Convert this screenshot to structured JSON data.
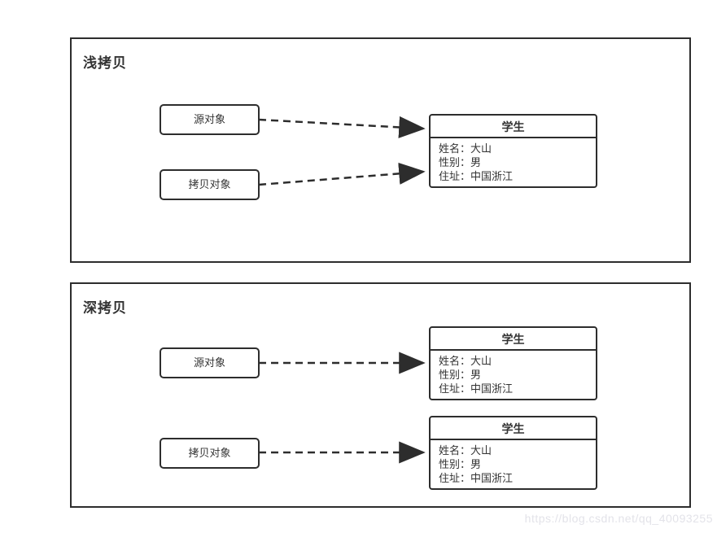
{
  "colors": {
    "line": "#2d2d2d",
    "text": "#333333",
    "watermark": "#e3e3e9"
  },
  "watermark": "https://blog.csdn.net/qq_40093255",
  "shallow_section": {
    "title": "浅拷贝",
    "source_box": "源对象",
    "copy_box": "拷贝对象",
    "student_box": {
      "title": "学生",
      "fields": [
        "姓名：大山",
        "性别：男",
        "住址：中国浙江"
      ]
    }
  },
  "deep_section": {
    "title": "深拷贝",
    "source_box": "源对象",
    "copy_box": "拷贝对象",
    "student_box_source": {
      "title": "学生",
      "fields": [
        "姓名：大山",
        "性别：男",
        "住址：中国浙江"
      ]
    },
    "student_box_copy": {
      "title": "学生",
      "fields": [
        "姓名：大山",
        "性别：男",
        "住址：中国浙江"
      ]
    }
  }
}
